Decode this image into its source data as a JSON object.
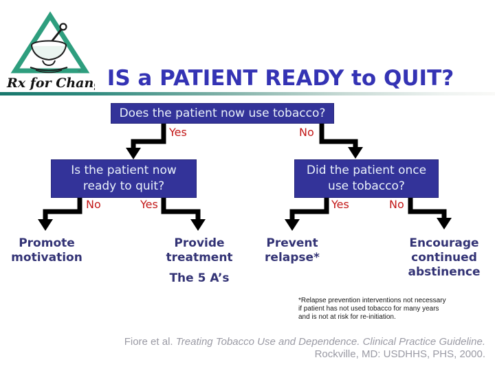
{
  "slide": {
    "logo": {
      "brand": "Rx for Change",
      "trademark": "™"
    },
    "title": "IS a PATIENT READY to QUIT?"
  },
  "flowchart": {
    "root": {
      "question": "Does the patient now use tobacco?",
      "yes": "Yes",
      "no": "No"
    },
    "ready": {
      "question_line1": "Is the patient now",
      "question_line2": "ready to quit?",
      "no": "No",
      "yes": "Yes"
    },
    "former": {
      "question_line1": "Did the patient once",
      "question_line2": "use tobacco?",
      "yes": "Yes",
      "no": "No"
    },
    "outcomes": [
      {
        "label": "Promote motivation"
      },
      {
        "label": "Provide treatment",
        "sub": "The 5 A’s"
      },
      {
        "label": "Prevent relapse*"
      },
      {
        "label": "Encourage continued abstinence"
      }
    ]
  },
  "footnote": {
    "line1": "*Relapse prevention interventions not necessary",
    "line2": "if patient has not used tobacco for many years",
    "line3": "and is not at risk for re-initiation."
  },
  "citation": {
    "prefix": "Fiore et al. ",
    "italic": "Treating Tobacco Use and Dependence. Clinical Practice Guideline.",
    "line2": "Rockville, MD: USDHHS, PHS, 2000."
  },
  "colors": {
    "box_bg": "#333399",
    "box_text": "#EAF2FA",
    "branch_red": "#C21717",
    "outcome_navy": "#333375",
    "title_blue": "#3433B4",
    "logo_green": "#2E9E7E",
    "rule_teal": "#17776C",
    "citation_gray": "#9A9AA4",
    "arrow_black": "#000000"
  }
}
